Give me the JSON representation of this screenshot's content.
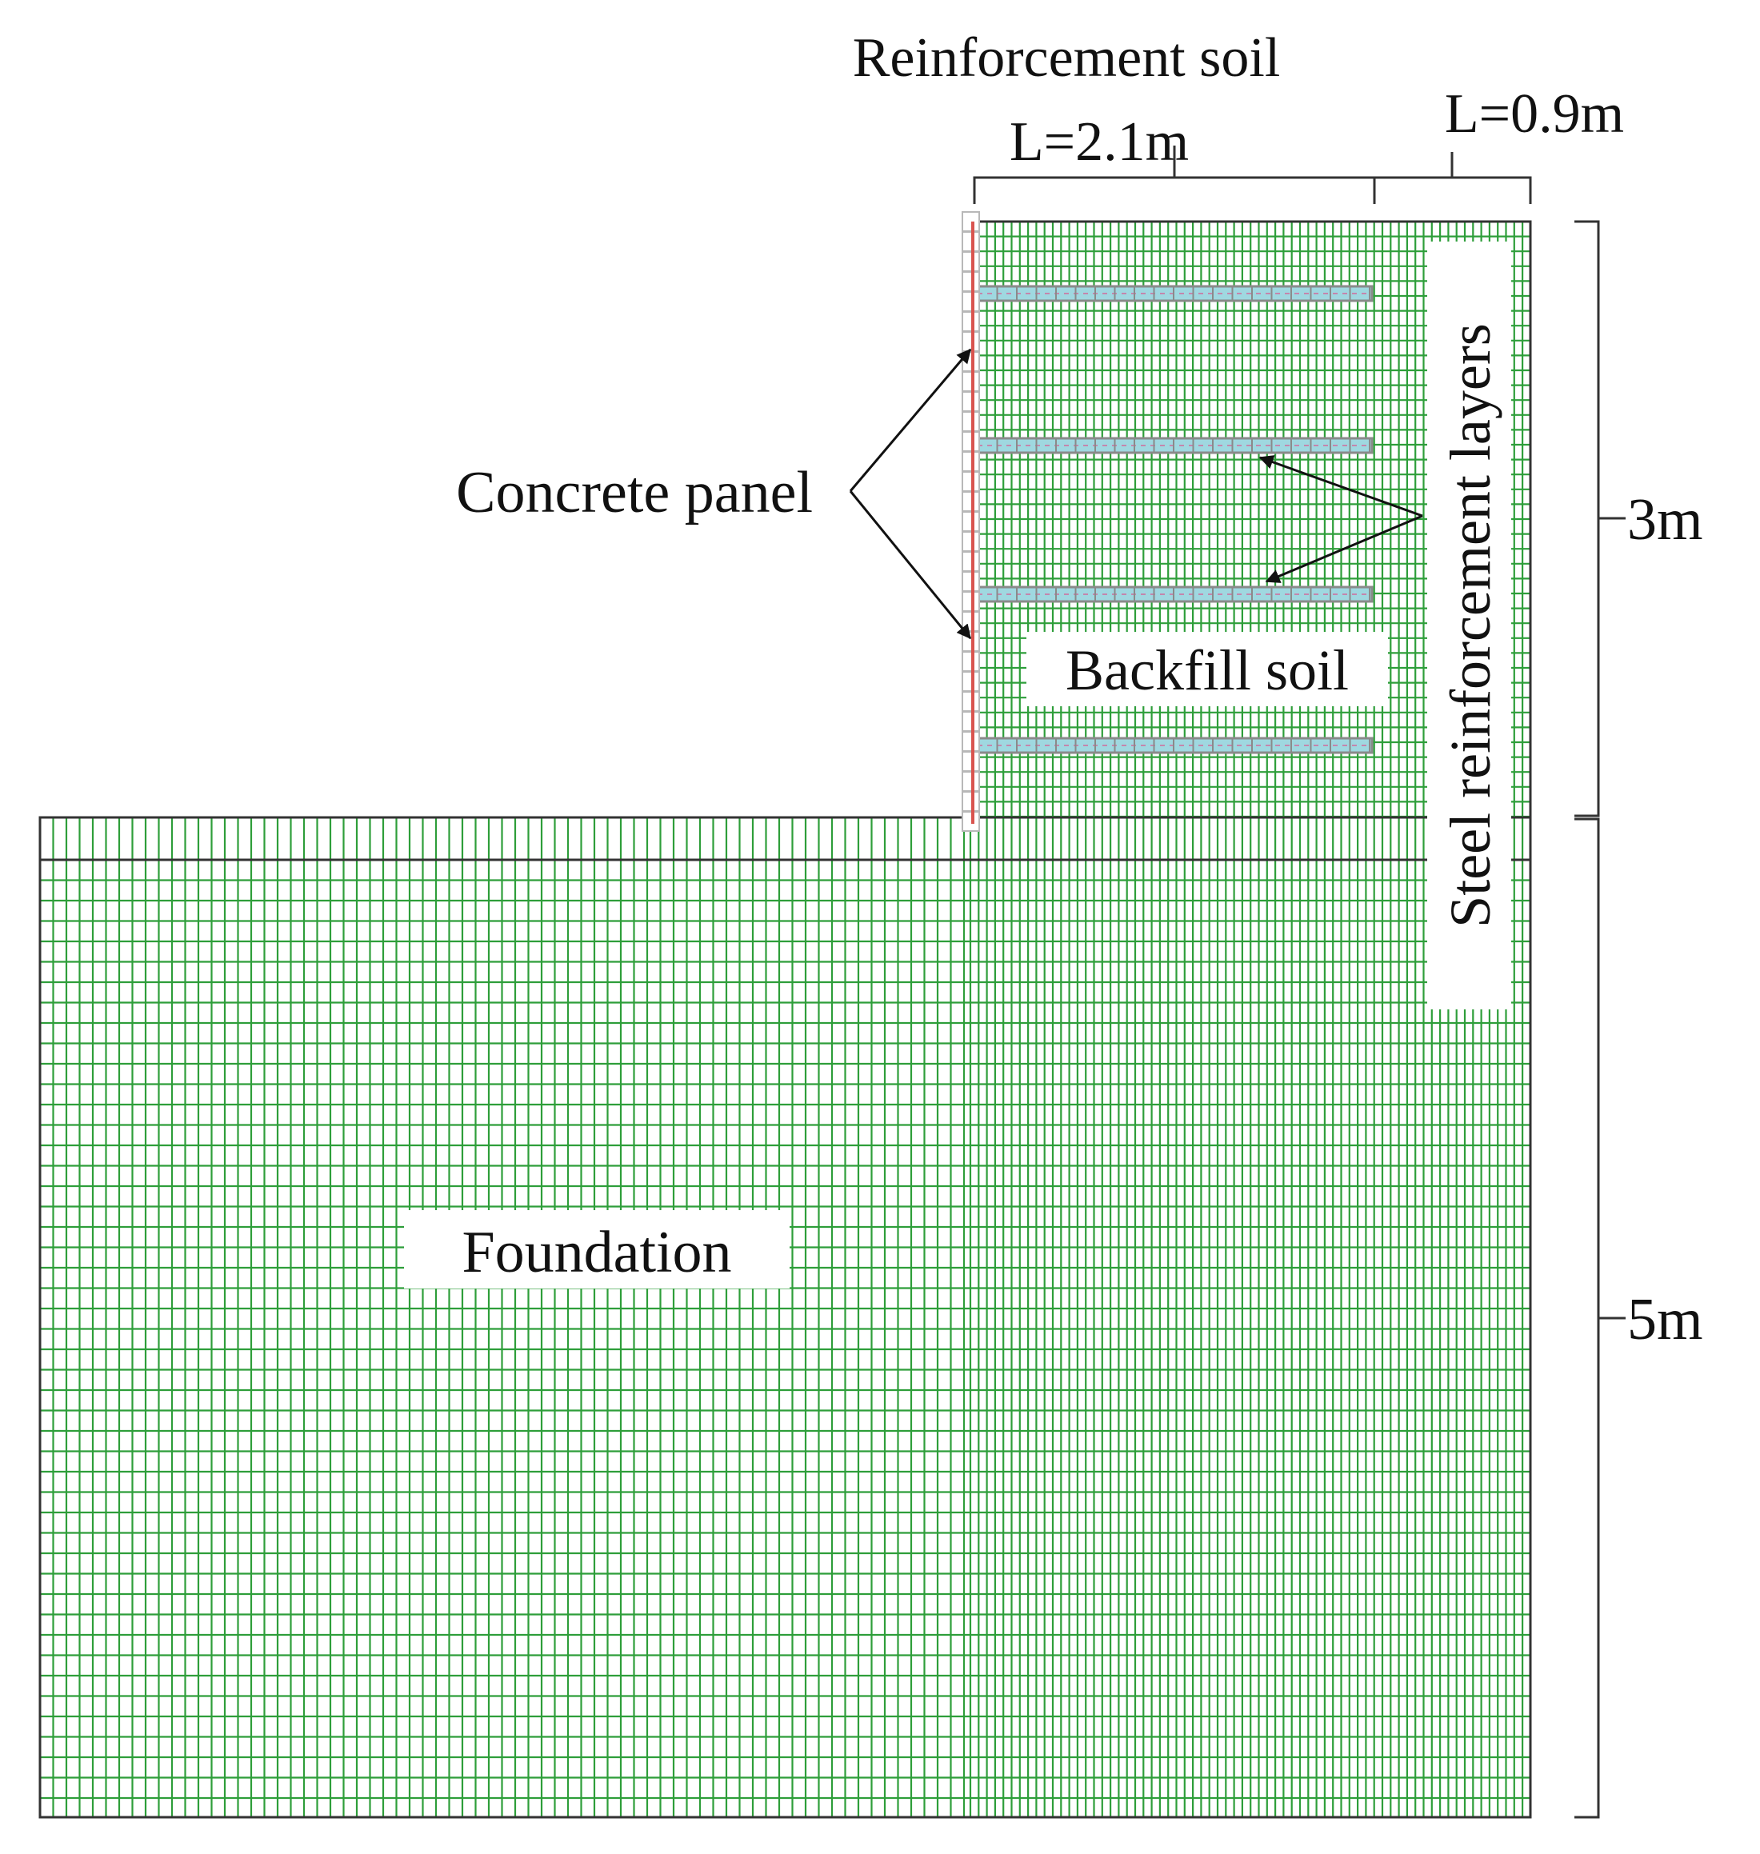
{
  "labels": {
    "reinforcement_soil": "Reinforcement soil",
    "length_reinforced": "L=2.1m",
    "length_unreinforced": "L=0.9m",
    "concrete_panel": "Concrete panel",
    "steel_reinforcement_layers": "Steel reinforcement layers",
    "backfill_soil": "Backfill soil",
    "foundation": "Foundation",
    "wall_height": "3m",
    "foundation_depth": "5m"
  },
  "reinforcement_layer_count": 4,
  "colors": {
    "mesh": "#2e9e3a",
    "outline": "#333333",
    "panel_line": "#d9544f",
    "panel_block": "#b8b8b8",
    "strip_fill": "#9fd8e0",
    "strip_edge": "#8a8a8a",
    "text": "#111111"
  }
}
